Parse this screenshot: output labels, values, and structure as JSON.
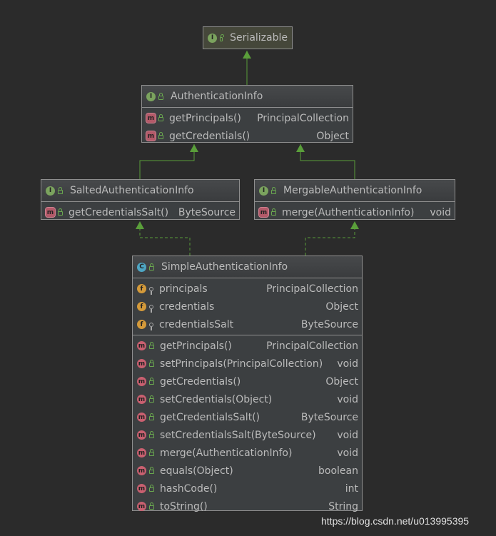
{
  "nodes": {
    "serializable": {
      "kind_badge": "I",
      "name": "Serializable",
      "fields": [],
      "methods": []
    },
    "authentication_info": {
      "kind_badge": "I",
      "name": "AuthenticationInfo",
      "fields": [],
      "methods": [
        {
          "badge": "m",
          "name": "getPrincipals()",
          "type": "PrincipalCollection",
          "abstract": true
        },
        {
          "badge": "m",
          "name": "getCredentials()",
          "type": "Object",
          "abstract": true
        }
      ]
    },
    "salted_authentication_info": {
      "kind_badge": "I",
      "name": "SaltedAuthenticationInfo",
      "fields": [],
      "methods": [
        {
          "badge": "m",
          "name": "getCredentialsSalt()",
          "type": "ByteSource",
          "abstract": true
        }
      ]
    },
    "mergable_authentication_info": {
      "kind_badge": "I",
      "name": "MergableAuthenticationInfo",
      "fields": [],
      "methods": [
        {
          "badge": "m",
          "name": "merge(AuthenticationInfo)",
          "type": "void",
          "abstract": true
        }
      ]
    },
    "simple_authentication_info": {
      "kind_badge": "C",
      "name": "SimpleAuthenticationInfo",
      "fields": [
        {
          "badge": "f",
          "name": "principals",
          "type": "PrincipalCollection"
        },
        {
          "badge": "f",
          "name": "credentials",
          "type": "Object"
        },
        {
          "badge": "f",
          "name": "credentialsSalt",
          "type": "ByteSource"
        }
      ],
      "methods": [
        {
          "badge": "m",
          "name": "getPrincipals()",
          "type": "PrincipalCollection"
        },
        {
          "badge": "m",
          "name": "setPrincipals(PrincipalCollection)",
          "type": "void"
        },
        {
          "badge": "m",
          "name": "getCredentials()",
          "type": "Object"
        },
        {
          "badge": "m",
          "name": "setCredentials(Object)",
          "type": "void"
        },
        {
          "badge": "m",
          "name": "getCredentialsSalt()",
          "type": "ByteSource"
        },
        {
          "badge": "m",
          "name": "setCredentialsSalt(ByteSource)",
          "type": "void"
        },
        {
          "badge": "m",
          "name": "merge(AuthenticationInfo)",
          "type": "void"
        },
        {
          "badge": "m",
          "name": "equals(Object)",
          "type": "boolean"
        },
        {
          "badge": "m",
          "name": "hashCode()",
          "type": "int"
        },
        {
          "badge": "m",
          "name": "toString()",
          "type": "String"
        }
      ]
    }
  },
  "edges": [
    {
      "from": "authentication_info",
      "to": "serializable",
      "style": "solid"
    },
    {
      "from": "salted_authentication_info",
      "to": "authentication_info",
      "style": "solid"
    },
    {
      "from": "mergable_authentication_info",
      "to": "authentication_info",
      "style": "solid"
    },
    {
      "from": "simple_authentication_info",
      "to": "salted_authentication_info",
      "style": "dashed"
    },
    {
      "from": "simple_authentication_info",
      "to": "mergable_authentication_info",
      "style": "dashed"
    }
  ],
  "colors": {
    "background": "#2b2b2b",
    "node_fill": "#3c3f41",
    "node_border": "#8f8f8f",
    "edge": "#5a9e3a",
    "text": "#bbbbbb"
  },
  "watermark": "https://blog.csdn.net/u013995395"
}
